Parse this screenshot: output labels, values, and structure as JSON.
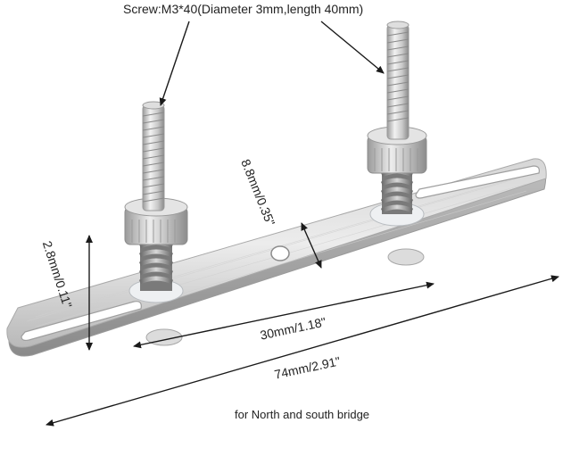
{
  "annotations": {
    "screw_spec": "Screw:M3*40(Diameter 3mm,length 40mm)",
    "slot_width": "8.8mm/0.35\"",
    "thickness": "2.8mm/0.11\"",
    "slot_spacing": "30mm/1.18\"",
    "overall_length": "74mm/2.91\"",
    "caption": "for North and south bridge"
  },
  "colors": {
    "metal_light": "#e8e8e8",
    "metal_mid": "#c4c4c4",
    "metal_dark": "#8f8f8f",
    "arrow": "#1a1a1a",
    "text": "#222222"
  }
}
